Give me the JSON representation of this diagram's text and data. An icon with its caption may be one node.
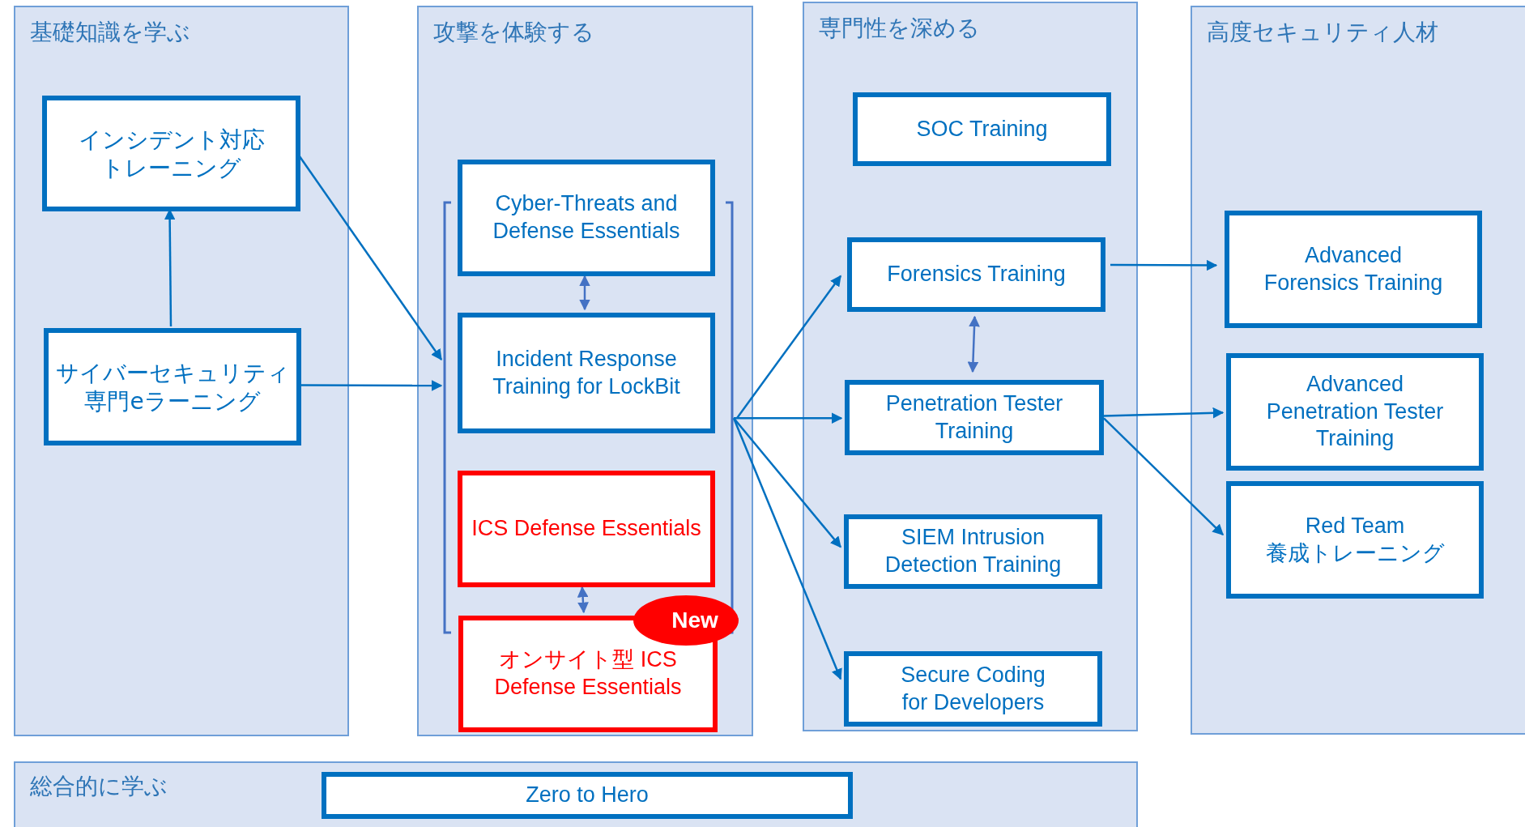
{
  "diagram": {
    "nodes": [
      {
        "text": [
          "基礎知識を学ぶ"
        ]
      },
      {
        "text": [
          "インシデント対応トレーニング"
        ],
        "in": 0
      },
      {
        "text": [
          "サイバーセキュリティ専門eラーニング"
        ],
        "in": 0
      },
      {
        "text": [
          "攻撃を体験する"
        ]
      },
      {
        "text": [],
        "shape": "bracket",
        "in": 3
      },
      {
        "text": [
          "Cyber-Threats and Defense Essentials"
        ],
        "in": 3
      },
      {
        "text": [
          "Incident Response Training for LockBit"
        ],
        "in": 4
      },
      {
        "text": [
          "ICS Defense Essentials"
        ],
        "in": 4
      },
      {
        "text": [
          "オンサイト型 ICS Defense Essentials"
        ],
        "in": 3
      },
      {
        "text": [
          "New"
        ],
        "in": 3
      },
      {
        "text": [
          "専門性を深める"
        ]
      },
      {
        "text": [
          "SOC Training"
        ],
        "in": 10
      },
      {
        "text": [
          "Forensics Training"
        ],
        "in": 10
      },
      {
        "text": [
          "Penetration Tester Training"
        ],
        "in": 10
      },
      {
        "text": [
          "SIEM Intrusion Detection Training"
        ],
        "in": 10
      },
      {
        "text": [
          "Secure Coding for Developers"
        ],
        "in": 10
      },
      {
        "text": [
          "高度セキュリティ人材"
        ]
      },
      {
        "text": [
          "Advanced Forensics Training"
        ],
        "in": 16
      },
      {
        "text": [
          "Advanced Penetration Tester Training"
        ],
        "in": 16
      },
      {
        "text": [
          "Red Team 養成トレーニング"
        ],
        "in": 16
      },
      {
        "text": [
          "総合的に学ぶ"
        ]
      },
      {
        "text": [
          "Zero to Hero"
        ],
        "in": 20
      }
    ],
    "edges": [
      {
        "from": 1,
        "to": 4,
        "arrow": "to"
      },
      {
        "from": 2,
        "to": 4,
        "arrow": "to"
      },
      {
        "from": 2,
        "to": 1,
        "arrow": "to"
      },
      {
        "from": 5,
        "to": 6,
        "arrow": "both",
        "color": "#4472c4"
      },
      {
        "from": 7,
        "to": 8,
        "arrow": "both",
        "color": "#4472c4"
      },
      {
        "from": 4,
        "to": 12,
        "arrow": "to"
      },
      {
        "from": 4,
        "to": 13,
        "arrow": "to"
      },
      {
        "from": 4,
        "to": 14,
        "arrow": "to"
      },
      {
        "from": 4,
        "to": 15,
        "arrow": "to"
      },
      {
        "from": 12,
        "to": 13,
        "arrow": "both",
        "color": "#4472c4"
      },
      {
        "from": 12,
        "to": 17,
        "arrow": "to"
      },
      {
        "from": 13,
        "to": 18,
        "arrow": "to"
      },
      {
        "from": 13,
        "to": 19,
        "arrow": "to"
      }
    ]
  }
}
